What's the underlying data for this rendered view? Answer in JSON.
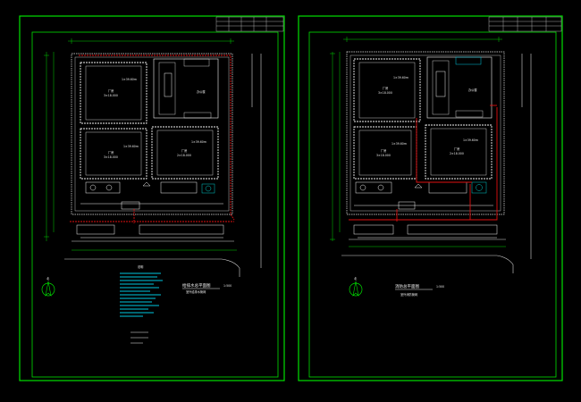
{
  "colors": {
    "background": "#000000",
    "frame": "#00e000",
    "outline": "#f2f2f2",
    "dim": "#00d000",
    "pipe": "#e01010",
    "notes": "#00c8e0",
    "tank": "#00c8c8"
  },
  "sheets": [
    {
      "key": "left",
      "blocks": [
        {
          "label": "厂房",
          "sub": "3×18.000",
          "note": "1×39.60m"
        },
        {
          "label": "厂房",
          "sub": "3×18.000",
          "note": "1×39.60m"
        },
        {
          "label": "厂房",
          "sub": "2×18.000",
          "note": "1×39.60m"
        }
      ],
      "office_label": "办公楼",
      "plan_title": "给排水总平面图",
      "plan_scale": "1:500",
      "plan_subtitle": "室外给排水管网",
      "notes_heading": "说明",
      "north_label": "北"
    },
    {
      "key": "right",
      "blocks": [
        {
          "label": "厂房",
          "sub": "3×18.000",
          "note": "1×39.60m"
        },
        {
          "label": "厂房",
          "sub": "3×18.000",
          "note": "1×39.60m"
        },
        {
          "label": "厂房",
          "sub": "2×18.000",
          "note": "1×39.60m"
        }
      ],
      "office_label": "办公楼",
      "plan_title": "消防总平面图",
      "plan_scale": "1:500",
      "plan_subtitle": "室外消防管网",
      "north_label": "北"
    }
  ]
}
